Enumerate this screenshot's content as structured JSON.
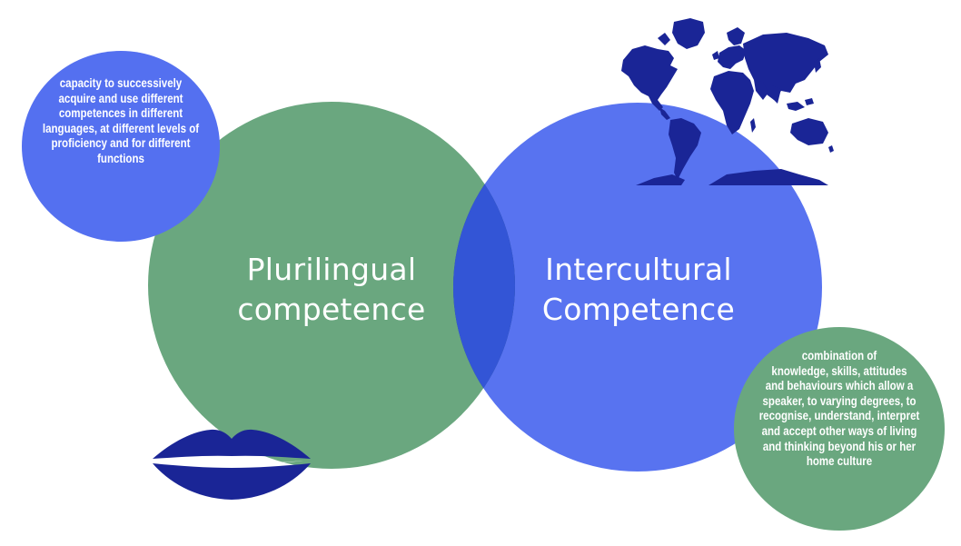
{
  "diagram": {
    "left_circle": {
      "label": "Plurilingual\ncompetence",
      "color": "#6aa77f"
    },
    "right_circle": {
      "label": "Intercultural\nCompetence",
      "color": "#5470f0"
    },
    "left_definition": {
      "text": "capacity to successively\nacquire and use different\ncompetences in different\nlanguages, at different levels of\nproficiency and for different\nfunctions",
      "color": "#5470f0"
    },
    "right_definition": {
      "text": "combination of\nknowledge, skills, attitudes\nand behaviours which allow a\nspeaker, to varying degrees, to\nrecognise, understand, interpret\nand accept other ways of living\nand thinking beyond his or her\nhome culture",
      "color": "#6aa77f"
    },
    "icons": {
      "left": "lips-icon",
      "right": "world-map-icon",
      "icon_color": "#1a2596"
    },
    "overlap_color": "#3355d6"
  }
}
